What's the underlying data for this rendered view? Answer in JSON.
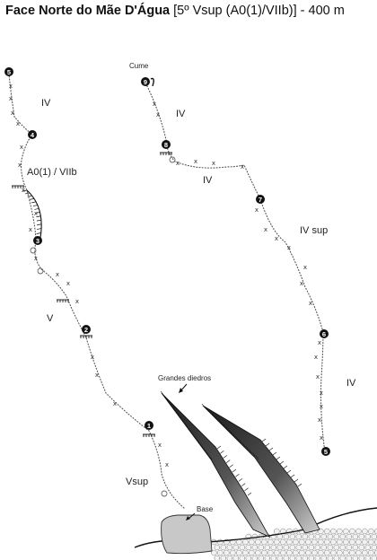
{
  "title": {
    "bold": "Face Norte do Mãe D'Água",
    "rest": " [5º Vsup (A0(1)/VIIb)] - 400 m"
  },
  "grades": {
    "p1": "Vsup",
    "p2": "V",
    "p3": "A0(1) / VIIb",
    "p4": "IV",
    "p5b": "IV",
    "p6": "IV",
    "p7": "IV sup",
    "p8": "IV",
    "p9": "IV"
  },
  "labels": {
    "cume": "Cume",
    "grandes_diedros": "Grandes diedros",
    "base": "Base"
  },
  "belays": [
    "1",
    "2",
    "3",
    "4",
    "5",
    "5",
    "6",
    "7",
    "8",
    "9"
  ],
  "bolt_glyph": "x",
  "colors": {
    "ink": "#111111",
    "rock": "#cfcfcf",
    "dihedral_dark": "#2a2a2a"
  }
}
